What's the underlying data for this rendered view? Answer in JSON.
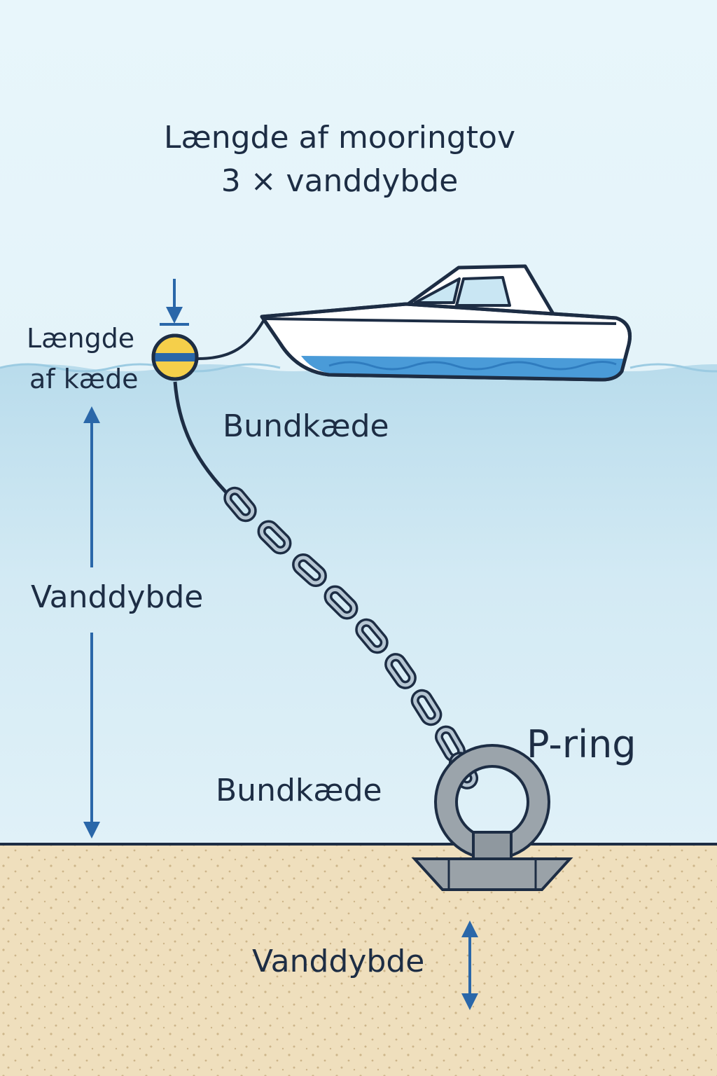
{
  "title": {
    "line1": "Længde af mooringtov",
    "line2": "3 × vanddybde"
  },
  "labels": {
    "chain_length_1": "Længde",
    "chain_length_2": "af kæde",
    "bottom_chain_upper": "Bundkæde",
    "water_depth_left": "Vanddybde",
    "bottom_chain_lower": "Bundkæde",
    "pring": "P-ring",
    "water_depth_bottom": "Vanddybde"
  },
  "colors": {
    "sky": "#e9f6fb",
    "water": "#c5e3f0",
    "sand": "#efdfbd",
    "arrow": "#2a67a9",
    "outline": "#1d2d44",
    "buoy": "#f5cf4a",
    "hull_stripe": "#4a9bd8",
    "metal": "#9ba4ab"
  }
}
